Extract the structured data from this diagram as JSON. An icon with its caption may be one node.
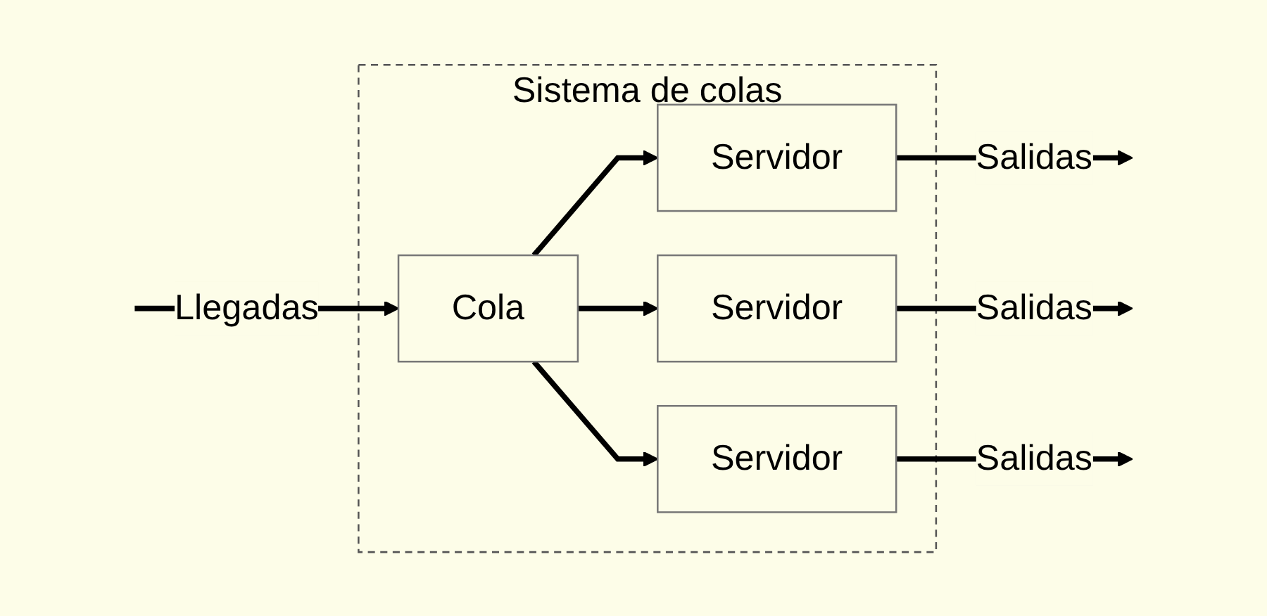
{
  "diagram": {
    "nodes": [
      {
        "text": [
          "Sistema de colas"
        ]
      },
      {
        "text": [
          "Cola"
        ],
        "in": 0
      },
      {
        "text": [
          "Servidor"
        ],
        "in": 0
      },
      {
        "text": [
          "Servidor"
        ],
        "in": 0
      },
      {
        "text": [
          "Servidor"
        ],
        "in": 0
      }
    ],
    "edges": [
      {
        "from": null,
        "to": 1,
        "arrow": "to",
        "label": "Llegadas"
      },
      {
        "from": 1,
        "to": 2,
        "arrow": "to"
      },
      {
        "from": 1,
        "to": 3,
        "arrow": "to"
      },
      {
        "from": 1,
        "to": 4,
        "arrow": "to"
      },
      {
        "from": 2,
        "to": null,
        "arrow": "to",
        "label": "Salidas"
      },
      {
        "from": 3,
        "to": null,
        "arrow": "to",
        "label": "Salidas"
      },
      {
        "from": 4,
        "to": null,
        "arrow": "to",
        "label": "Salidas"
      }
    ]
  }
}
